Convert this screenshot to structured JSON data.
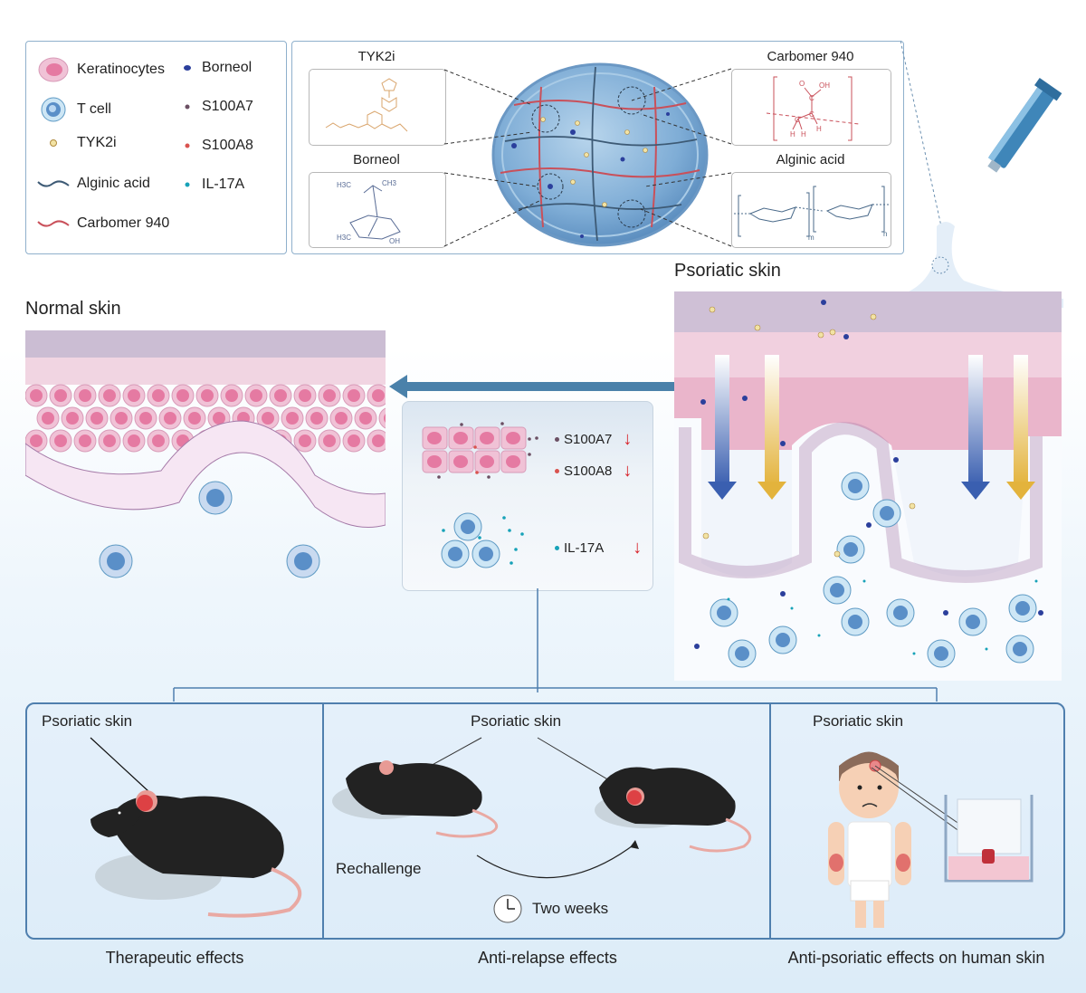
{
  "legend": {
    "items": [
      {
        "icon": "keratinocyte-icon",
        "label": "Keratinocytes"
      },
      {
        "icon": "t-cell-icon",
        "label": "T cell"
      },
      {
        "icon": "tyk2i-dot-icon",
        "label": "TYK2i"
      },
      {
        "icon": "alginic-acid-wave-icon",
        "label": "Alginic acid"
      },
      {
        "icon": "carbomer-wave-icon",
        "label": "Carbomer 940"
      },
      {
        "icon": "borneol-dot-icon",
        "label": "Borneol"
      },
      {
        "icon": "s100a7-dot-icon",
        "label": "S100A7"
      },
      {
        "icon": "s100a8-dot-icon",
        "label": "S100A8"
      },
      {
        "icon": "il17a-dot-icon",
        "label": "IL-17A"
      }
    ]
  },
  "hydrogel": {
    "molecules": {
      "tyk2i": {
        "title": "TYK2i"
      },
      "borneol": {
        "title": "Borneol",
        "atoms": [
          "H3C",
          "CH3",
          "H3C",
          "OH"
        ]
      },
      "carbomer": {
        "title": "Carbomer 940",
        "atoms": [
          "O",
          "OH",
          "C",
          "C",
          "C",
          "H",
          "H",
          "H"
        ]
      },
      "alginic": {
        "title": "Alginic acid",
        "subscripts": [
          "m",
          "n"
        ]
      }
    }
  },
  "skin": {
    "normal_label": "Normal skin",
    "psoriatic_label": "Psoriatic skin"
  },
  "markers": {
    "rows": [
      {
        "label": "S100A7",
        "color": "#6b4f63",
        "trend": "↓"
      },
      {
        "label": "S100A8",
        "color": "#d9534f",
        "trend": "↓"
      },
      {
        "label": "IL-17A",
        "color": "#17a2b8",
        "trend": "↓"
      }
    ]
  },
  "effects": {
    "panels": [
      {
        "title": "Psoriatic skin",
        "caption": "Therapeutic effects"
      },
      {
        "title": "Psoriatic skin",
        "caption": "Anti-relapse effects",
        "rechallenge": "Rechallenge",
        "duration": "Two weeks"
      },
      {
        "title": "Psoriatic skin",
        "caption": "Anti-psoriatic effects on human skin"
      }
    ]
  },
  "colors": {
    "frame": "#4f7fae",
    "arrow": "#4a81aa",
    "carbomer": "#c9505a",
    "alginic": "#3d5a75",
    "down": "#d8232a"
  }
}
